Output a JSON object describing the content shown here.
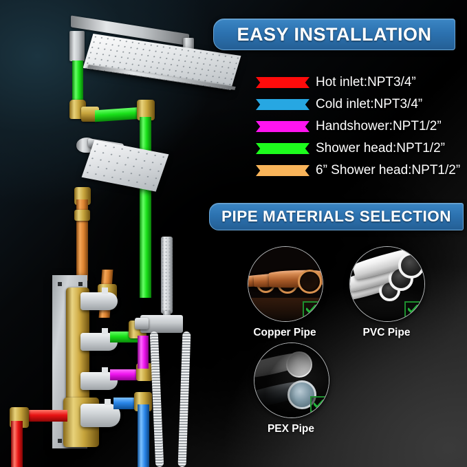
{
  "banners": {
    "easy_installation": "EASY INSTALLATION",
    "pipe_materials": "PIPE MATERIALS SELECTION",
    "accent_color": "#2c72b0",
    "accent_border": "#6aa6d6"
  },
  "legend": {
    "items": [
      {
        "label": "Hot inlet:NPT3/4”",
        "color": "#ff0b0b",
        "name": "hot-inlet"
      },
      {
        "label": "Cold inlet:NPT3/4”",
        "color": "#27a7e2",
        "name": "cold-inlet"
      },
      {
        "label": "Handshower:NPT1/2”",
        "color": "#ff14f0",
        "name": "handshower"
      },
      {
        "label": "Shower head:NPT1/2”",
        "color": "#1dfc1d",
        "name": "shower-head"
      },
      {
        "label": "6” Shower head:NPT1/2”",
        "color": "#f9b45a",
        "name": "six-inch-shower-head"
      }
    ]
  },
  "materials": {
    "check_color": "#1fa233",
    "items": [
      {
        "label": "Copper Pipe",
        "approved": true,
        "icon": "check-icon"
      },
      {
        "label": "PVC Pipe",
        "approved": true,
        "icon": "check-icon"
      },
      {
        "label": "PEX Pipe",
        "approved": true,
        "icon": "check-icon"
      }
    ]
  },
  "illustration": {
    "name": "shower-system-diagram",
    "components": [
      "ceiling-rain-shower-head",
      "wall-mount-shower-head",
      "handheld-shower-wand",
      "handheld-holder-bracket",
      "flexible-hose",
      "thermostatic-valve-body",
      "mounting-plate",
      "valve-handle-1",
      "valve-handle-2",
      "valve-handle-3",
      "valve-handle-4"
    ],
    "pipe_colors": {
      "hot": "#e81414",
      "cold": "#2a86e8",
      "handshower": "#e819e8",
      "shower_head": "#1ce81c",
      "six_inch_head": "#e08a3c",
      "brass_fitting": "#c6a43c",
      "metal": "#c2c6c9"
    }
  }
}
